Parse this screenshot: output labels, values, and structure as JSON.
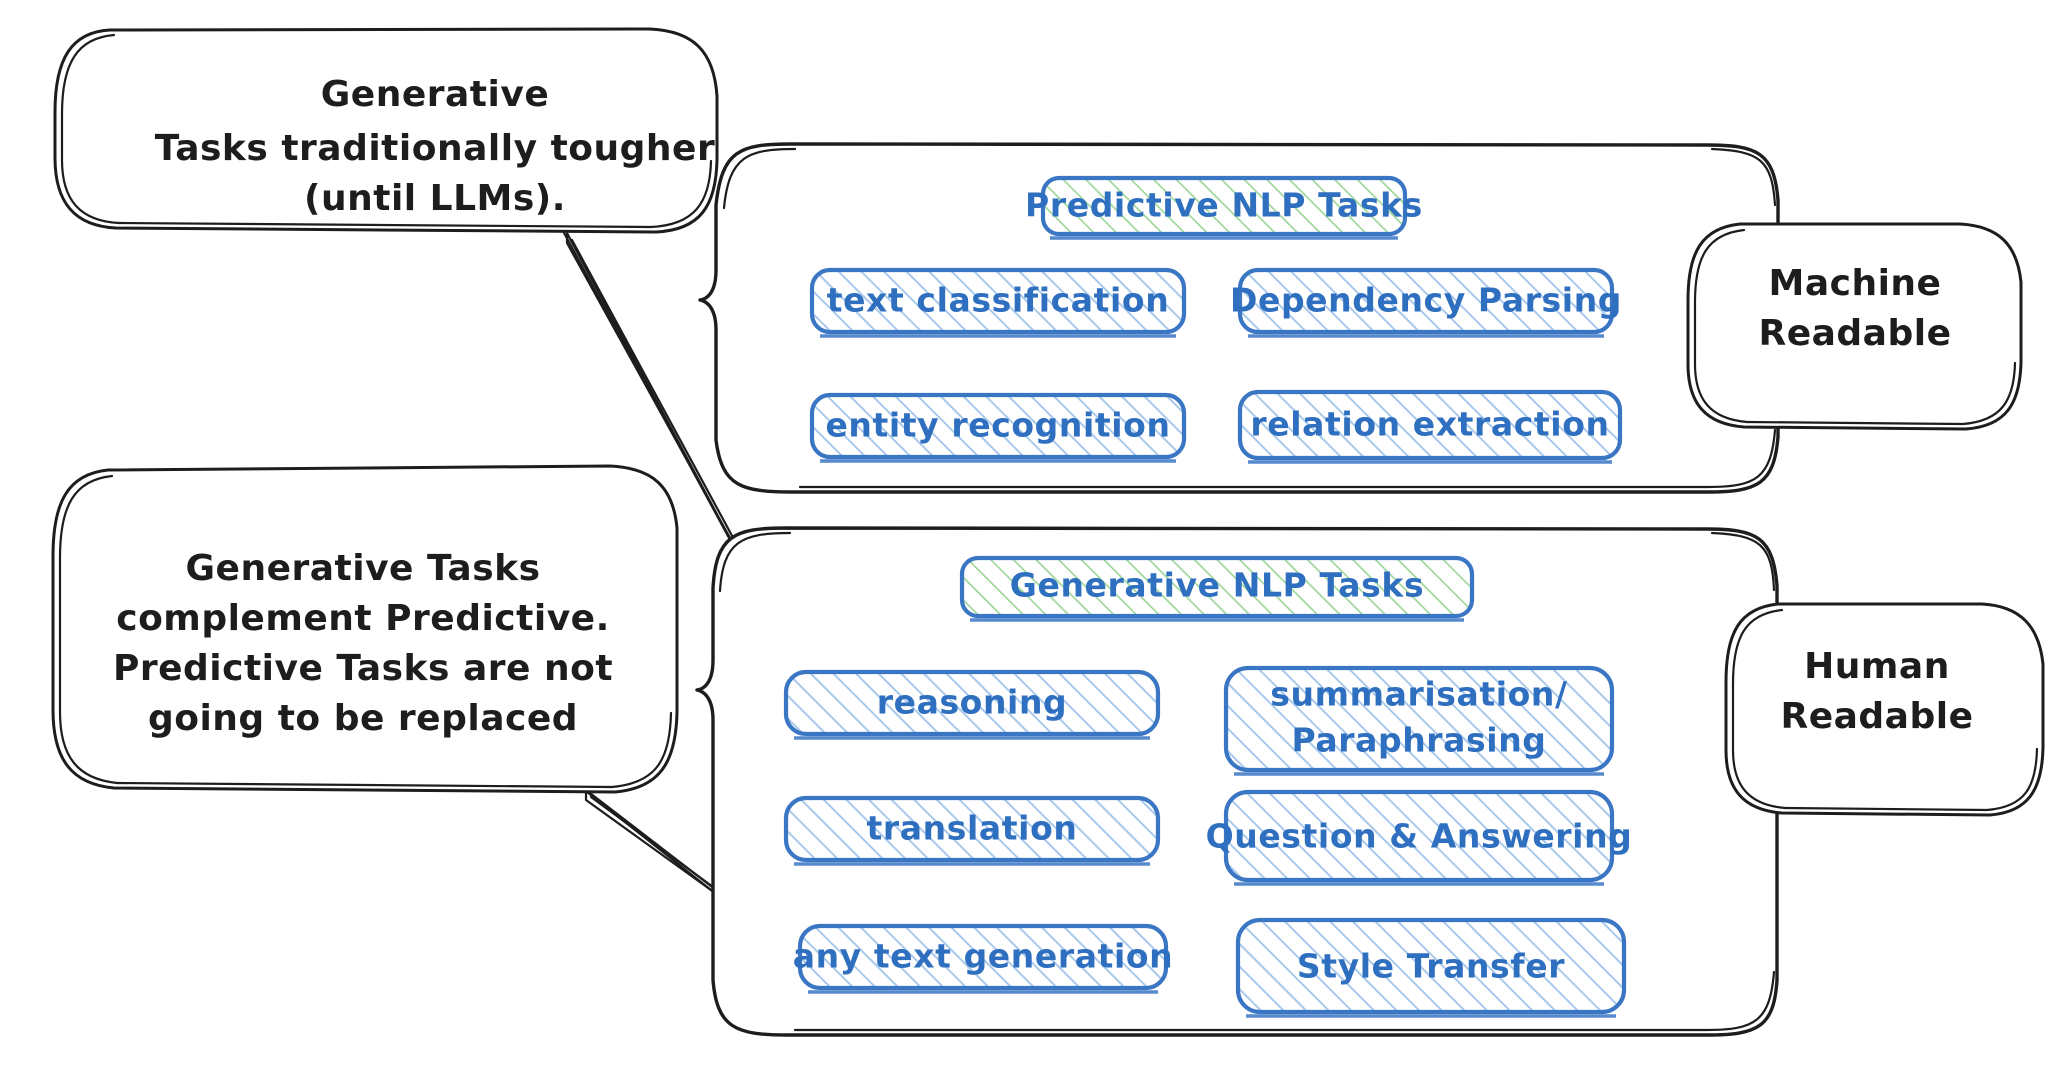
{
  "meta": {
    "title": "Predictive vs Generative NLP Tasks",
    "style": "hand-drawn whiteboard diagram"
  },
  "colors": {
    "ink": "#1d1d1d",
    "chip_border": "#3a76c4",
    "chip_text": "#2f6fc0",
    "blue_hatch": "#a9c9ec",
    "green_hatch": "#9ed79b",
    "background": "#ffffff"
  },
  "callouts": [
    {
      "id": "generative-tougher",
      "name": "callout-generative-tougher",
      "lines": [
        "Generative",
        "Tasks traditionally tougher",
        "(until LLMs)."
      ],
      "position": "top-left",
      "points_to": "generative-nlp-tasks-card"
    },
    {
      "id": "complement",
      "name": "callout-complement",
      "lines": [
        "Generative Tasks",
        "complement Predictive.",
        "Predictive Tasks are not",
        "going to be replaced"
      ],
      "position": "middle-left",
      "points_to": "generative-nlp-tasks-card"
    },
    {
      "id": "machine-readable",
      "name": "callout-machine-readable",
      "lines": [
        "Machine",
        "Readable"
      ],
      "position": "top-right",
      "points_to": "predictive-nlp-tasks-card"
    },
    {
      "id": "human-readable",
      "name": "callout-human-readable",
      "lines": [
        "Human",
        "Readable"
      ],
      "position": "bottom-right",
      "points_to": "generative-nlp-tasks-card"
    }
  ],
  "cards": [
    {
      "id": "predictive",
      "name": "predictive-nlp-tasks-card",
      "header": {
        "label": "Predictive NLP Tasks",
        "fill": "green-hatch"
      },
      "rows": [
        [
          {
            "label": "text classification",
            "fill": "blue-hatch"
          },
          {
            "label": "Dependency Parsing",
            "fill": "blue-hatch"
          }
        ],
        [
          {
            "label": "entity recognition",
            "fill": "blue-hatch"
          },
          {
            "label": "relation extraction",
            "fill": "blue-hatch"
          }
        ]
      ]
    },
    {
      "id": "generative",
      "name": "generative-nlp-tasks-card",
      "header": {
        "label": "Generative NLP Tasks",
        "fill": "green-hatch"
      },
      "rows": [
        [
          {
            "label": "reasoning",
            "fill": "blue-hatch"
          },
          {
            "label": "summarisation/\nParaphrasing",
            "line1": "summarisation/",
            "line2": "Paraphrasing",
            "fill": "blue-hatch"
          }
        ],
        [
          {
            "label": "translation",
            "fill": "blue-hatch"
          },
          {
            "label": "Question & Answering",
            "fill": "blue-hatch"
          }
        ],
        [
          {
            "label": "any text generation",
            "fill": "blue-hatch"
          },
          {
            "label": "Style Transfer",
            "fill": "blue-hatch"
          }
        ]
      ]
    }
  ]
}
